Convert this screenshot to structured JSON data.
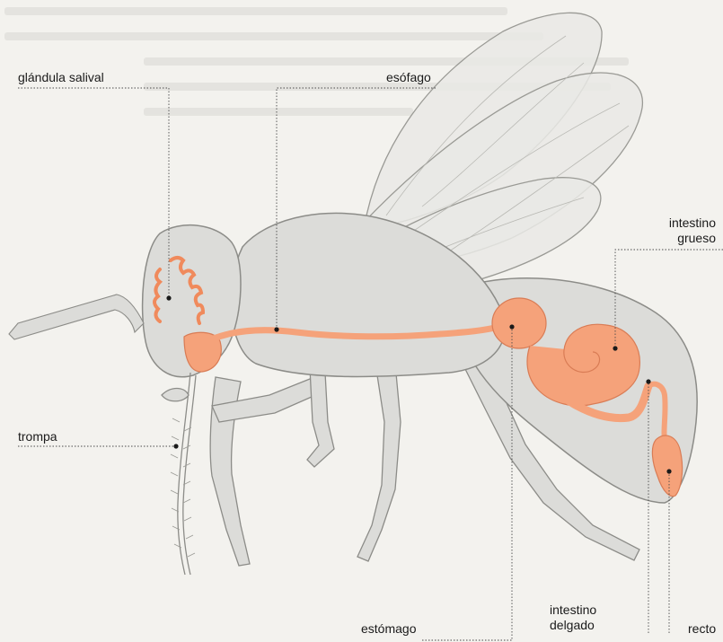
{
  "labels": {
    "salivary_gland": "glándula salival",
    "esophagus": "esófago",
    "large_intestine_line1": "intestino",
    "large_intestine_line2": "grueso",
    "proboscis": "trompa",
    "stomach": "estómago",
    "small_intestine_line1": "intestino",
    "small_intestine_line2": "delgado",
    "rectum": "recto"
  },
  "colors": {
    "background": "#f3f2ee",
    "body": "#dcdcd9",
    "outline": "#8c8c88",
    "organ": "#f5a27a",
    "organ_light": "#f9c29f",
    "leader": "#4a4a4a"
  }
}
